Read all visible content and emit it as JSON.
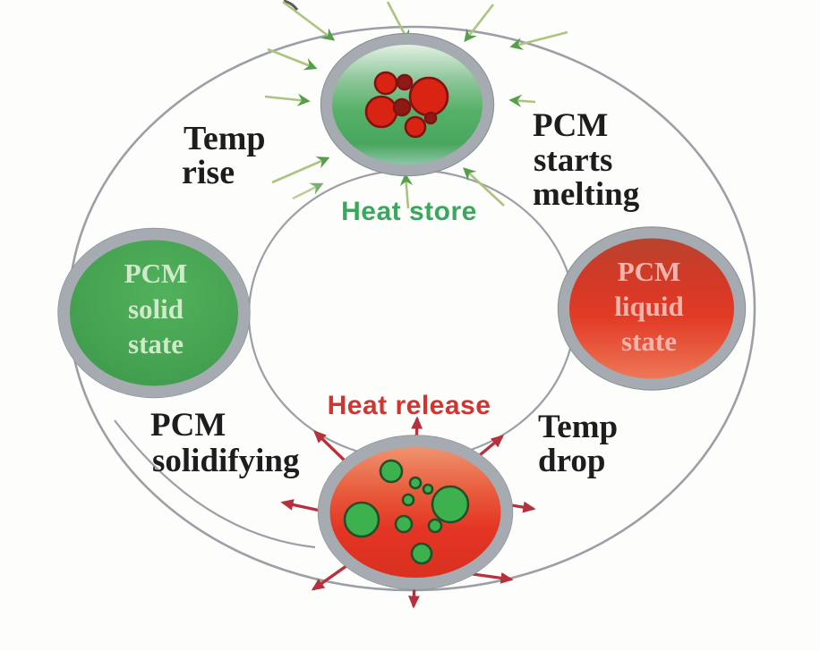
{
  "diagram": {
    "outer_labels": {
      "temp_rise": {
        "lines": [
          "Temp",
          "rise"
        ]
      },
      "pcm_starts_melting": {
        "lines": [
          "PCM",
          "starts",
          "melting"
        ]
      },
      "pcm_solidifying": {
        "lines": [
          "PCM",
          "solidifying"
        ]
      },
      "temp_drop": {
        "lines": [
          "Temp",
          "drop"
        ]
      }
    },
    "inner_labels": {
      "heat_store": "Heat store",
      "heat_release": "Heat release"
    },
    "nodes": {
      "pcm_solid_state": {
        "lines": [
          "PCM",
          "solid",
          "state"
        ]
      },
      "pcm_liquid_state": {
        "lines": [
          "PCM",
          "liquid",
          "state"
        ]
      }
    },
    "colors": {
      "label_dark": "#1d1d1d",
      "heat_store_green": "#3aa85c",
      "heat_release_red": "#d23430",
      "solid_node_text": "#cfe9c9",
      "liquid_node_text": "#f2b4ab",
      "solid_node_green": "#3f9d4c",
      "liquid_node_red": "#df3827",
      "store_node_green": "#55b167",
      "release_node_red": "#e43424",
      "node_border_gray": "#a6aab1",
      "ring_gray": "#9ba0a6",
      "heat_in_arrow_green": "#abc47e",
      "heat_in_head_green": "#569e4b",
      "heat_out_arrow_red": "#b5313d",
      "red_particle": "#da2413",
      "green_particle": "#3cb14e"
    }
  }
}
